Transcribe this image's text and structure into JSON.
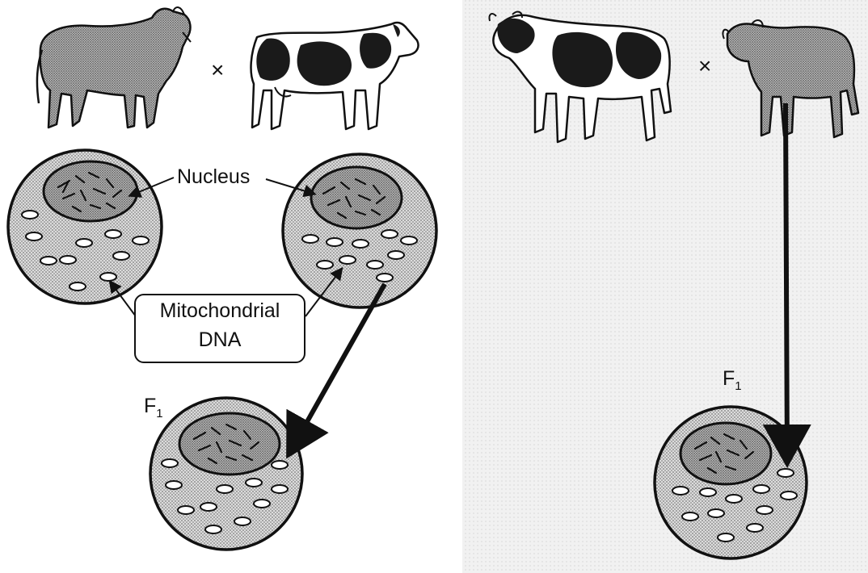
{
  "labels": {
    "nucleus": "Nucleus",
    "mito_line1": "Mitochondrial",
    "mito_line2": "DNA",
    "f1_letter": "F",
    "f1_sub": "1",
    "cross": "×"
  },
  "colors": {
    "stipple": "#b9b9b9",
    "nucleus_fill": "#9e9e9e",
    "ink": "#111111",
    "right_panel_bg": "#ececec"
  },
  "icons": {
    "zebu_bull": "zebu-bull-icon",
    "holstein_cow": "holstein-cow-icon",
    "holstein_bull": "holstein-bull-icon",
    "zebu_cow": "zebu-cow-icon"
  }
}
